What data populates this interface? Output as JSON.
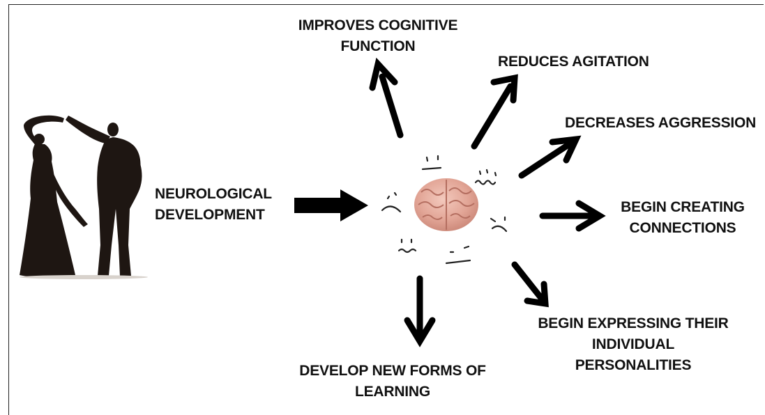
{
  "diagram": {
    "source": {
      "lines": [
        "NEUROLOGICAL",
        "DEVELOPMENT"
      ]
    },
    "effects": [
      {
        "id": "cognitive",
        "lines": [
          "IMPROVES COGNITIVE",
          "FUNCTION"
        ]
      },
      {
        "id": "agitation",
        "lines": [
          "REDUCES AGITATION"
        ]
      },
      {
        "id": "aggression",
        "lines": [
          "DECREASES AGGRESSION"
        ]
      },
      {
        "id": "connections",
        "lines": [
          "BEGIN CREATING",
          "CONNECTIONS"
        ]
      },
      {
        "id": "personalities",
        "lines": [
          "BEGIN EXPRESSING THEIR",
          "INDIVIDUAL",
          "PERSONALITIES"
        ]
      },
      {
        "id": "learning",
        "lines": [
          "DEVELOP NEW FORMS OF",
          "LEARNING"
        ]
      }
    ],
    "colors": {
      "text": "#111111",
      "arrow": "#000000",
      "silhouette": "#1e1612",
      "brain": "#e2a596"
    },
    "icons": [
      "dancing-couple-silhouette",
      "brain-icon",
      "sad-face-doodles"
    ]
  }
}
